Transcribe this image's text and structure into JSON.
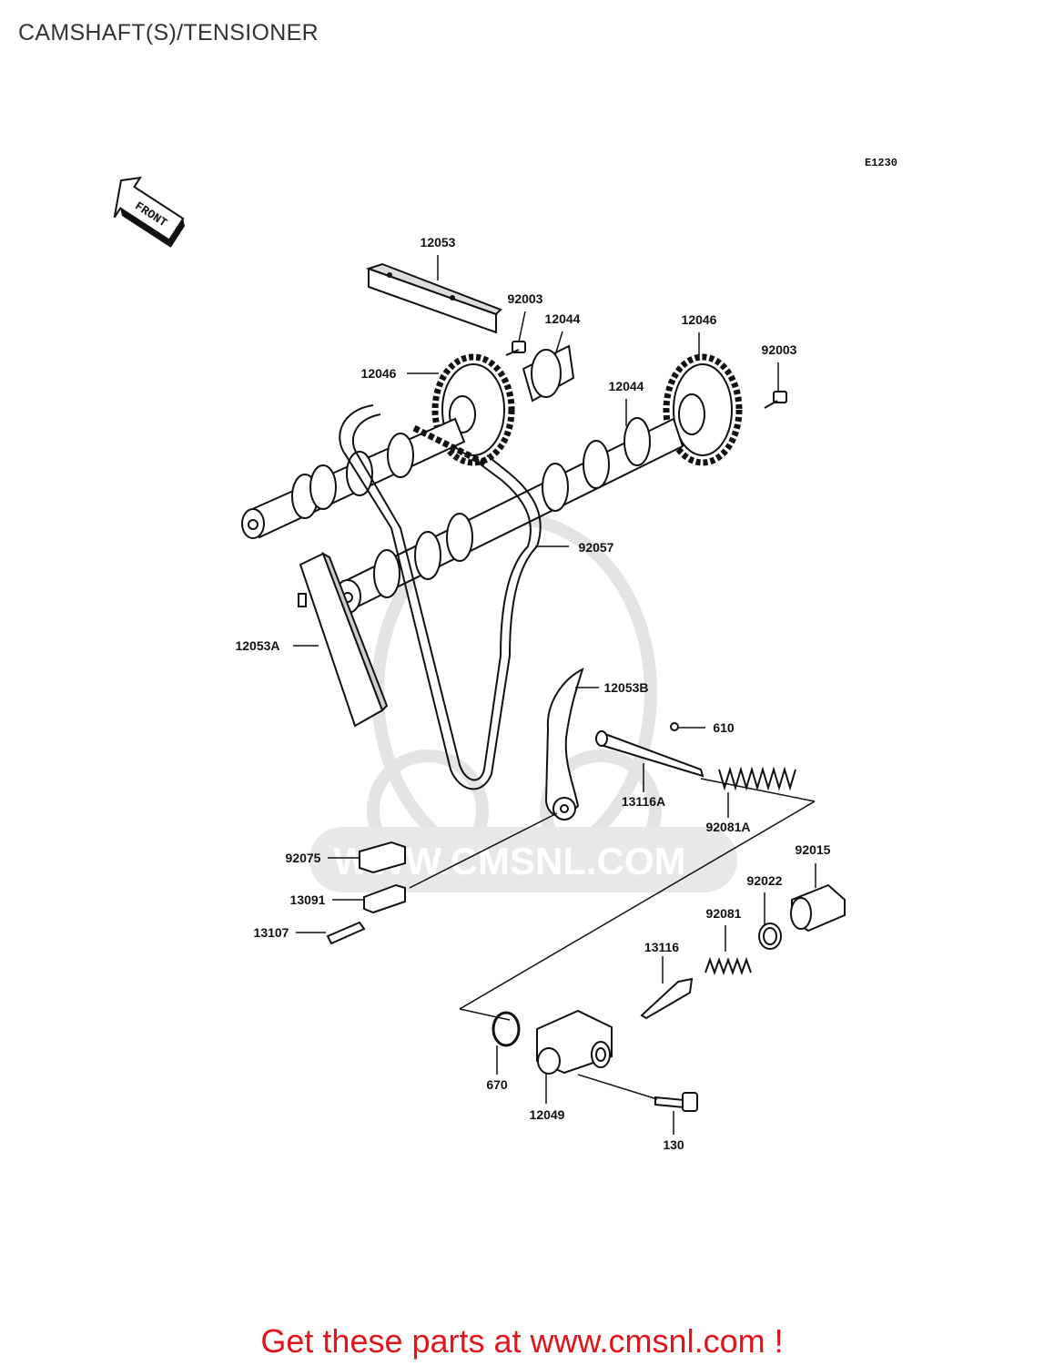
{
  "title": "CAMSHAFT(S)/TENSIONER",
  "diagram_code": "E1230",
  "front_label": "FRONT",
  "watermark": "WWW.CMSNL.COM",
  "cta": "Get these parts at www.cmsnl.com !",
  "colors": {
    "cta": "#e0141b",
    "line": "#111111",
    "watermark": "#e6e6e6"
  },
  "parts": {
    "p12053": "12053",
    "p92003a": "92003",
    "p12044a": "12044",
    "p12046a": "12046",
    "p12046b": "12046",
    "p92003b": "92003",
    "p12044b": "12044",
    "p92057": "92057",
    "p12053A": "12053A",
    "p12053B": "12053B",
    "p610": "610",
    "p13116A": "13116A",
    "p92081A": "92081A",
    "p92015": "92015",
    "p92022": "92022",
    "p92075": "92075",
    "p13091": "13091",
    "p13107": "13107",
    "p92081": "92081",
    "p13116": "13116",
    "p670": "670",
    "p12049": "12049",
    "p130": "130"
  }
}
